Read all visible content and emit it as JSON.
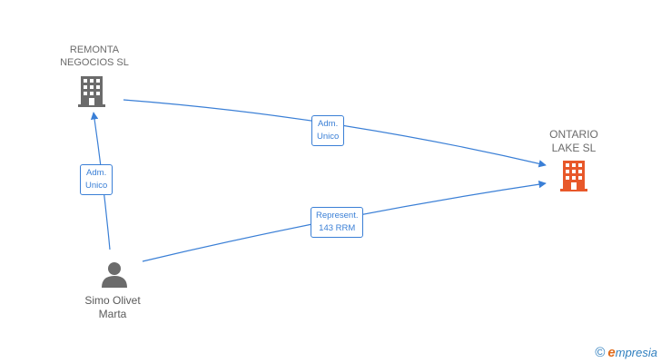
{
  "nodes": {
    "remonta": {
      "line1": "REMONTA",
      "line2": "NEGOCIOS SL",
      "icon": "building-icon",
      "color": "#6b6b6b"
    },
    "ontario": {
      "line1": "ONTARIO",
      "line2": "LAKE SL",
      "icon": "building-icon",
      "color": "#e8582a"
    },
    "simo": {
      "line1": "Simo Olivet",
      "line2": "Marta",
      "icon": "person-icon",
      "color": "#6b6b6b"
    }
  },
  "edges": {
    "remonta_to_ontario": {
      "line1": "Adm.",
      "line2": "Unico"
    },
    "simo_to_remonta": {
      "line1": "Adm.",
      "line2": "Unico"
    },
    "simo_to_ontario": {
      "line1": "Represent.",
      "line2": "143 RRM"
    }
  },
  "colors": {
    "edge": "#3a7fd6",
    "company": "#6b6b6b",
    "highlight": "#e8582a"
  },
  "footer": {
    "copyright": "©",
    "brand_initial": "e",
    "brand_rest": "mpresia"
  }
}
